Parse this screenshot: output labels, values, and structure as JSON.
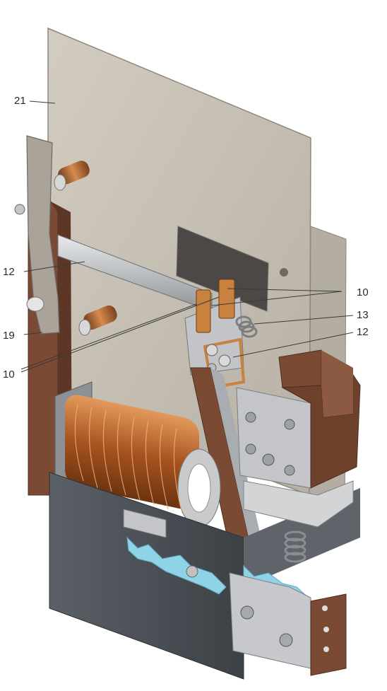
{
  "labels": {
    "label_21": "21",
    "label_12_left": "12",
    "label_19": "19",
    "label_10_left": "10",
    "label_10_right": "10",
    "label_13": "13",
    "label_12_right": "12"
  },
  "colors": {
    "plate": "#c8c1b5",
    "plate_edge": "#9e978c",
    "copper_coil": "#b8622d",
    "brown_bracket": "#7a4a36",
    "steel": "#b9bcc0",
    "steel_dark": "#7d8185",
    "base_dark": "#4e5359",
    "water_blue": "#8fd3e6",
    "copper_contact": "#c8803f"
  }
}
